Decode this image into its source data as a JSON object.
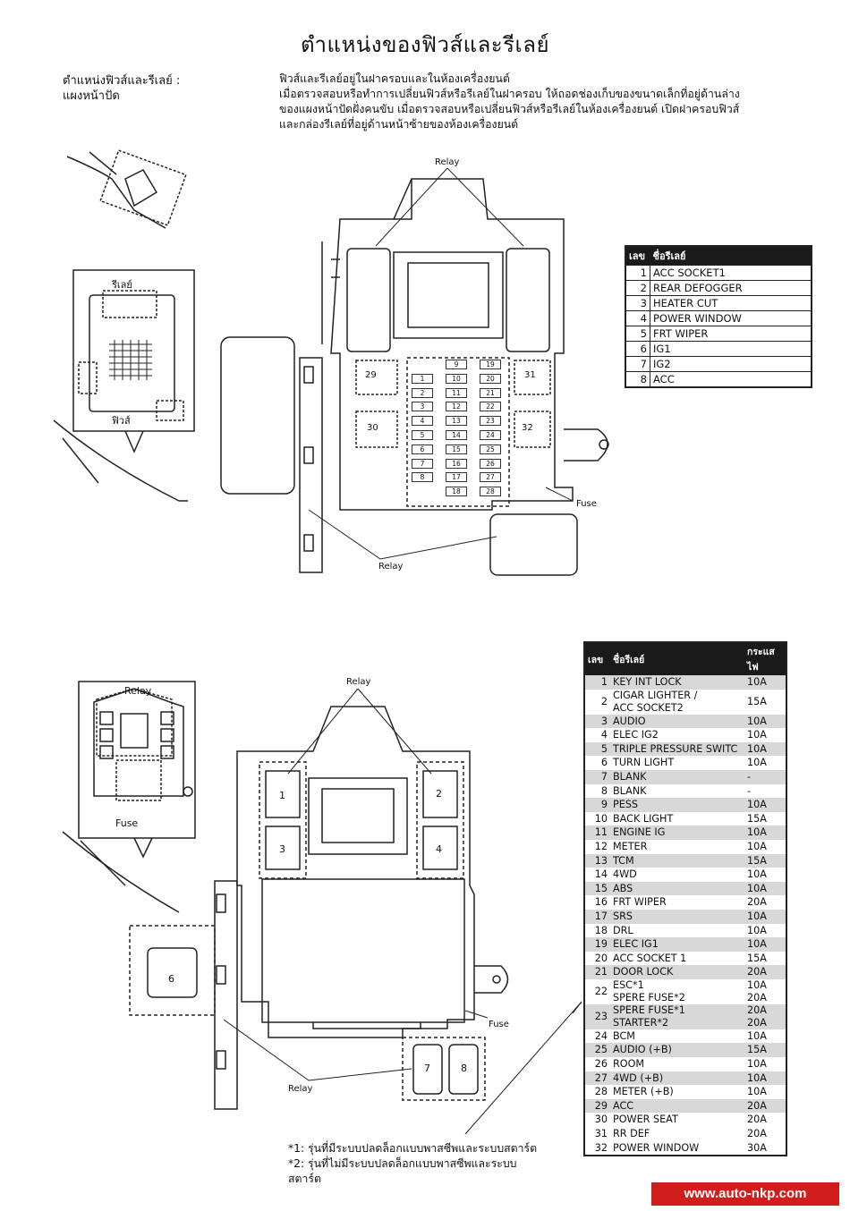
{
  "title": "ตำแหน่งของฟิวส์และรีเลย์",
  "location_label": "ตำแหน่งฟิวส์และรีเลย์ :\nแผงหน้าปัด",
  "description": [
    "ฟิวส์และรีเลย์อยู่ในฝาครอบและในห้องเครื่องยนต์",
    "เมื่อตรวจสอบหรือทำการเปลี่ยนฟิวส์หรือรีเลย์ในฝาครอบ ให้ถอดช่องเก็บของขนาดเล็กที่อยู่ด้านล่าง",
    "ของแผงหน้าปัดฝั่งคนขับ เมื่อตรวจสอบหรือเปลี่ยนฟิวส์หรือรีเลย์ในห้องเครื่องยนต์ เปิดฝาครอบฟิวส์",
    "และกล่องรีเลย์ที่อยู่ด้านหน้าซ้ายของห้องเครื่องยนต์"
  ],
  "diagram1": {
    "inset_relay": "รีเลย์",
    "inset_fuse": "ฟิวส์",
    "callout_relay_top": "Relay",
    "callout_fuse": "Fuse",
    "callout_relay_bottom": "Relay",
    "big_fuses": [
      "29",
      "31",
      "30",
      "32"
    ],
    "fuse_cols": [
      [
        "1",
        "2",
        "3",
        "4",
        "5",
        "6",
        "7",
        "8"
      ],
      [
        "9",
        "10",
        "11",
        "12",
        "13",
        "14",
        "15",
        "16",
        "17",
        "18"
      ],
      [
        "19",
        "20",
        "21",
        "22",
        "23",
        "24",
        "25",
        "26",
        "27",
        "28"
      ]
    ]
  },
  "diagram2": {
    "inset_relay": "Relay",
    "inset_fuse": "Fuse",
    "callout_relay_top": "Relay",
    "callout_fuse": "Fuse",
    "callout_relay_bottom": "Relay",
    "relays": [
      "1",
      "2",
      "3",
      "4",
      "6",
      "7",
      "8"
    ]
  },
  "table1": {
    "headers": [
      "เลข",
      "ชื่อรีเลย์"
    ],
    "rows": [
      {
        "n": "1",
        "name": "ACC SOCKET1"
      },
      {
        "n": "2",
        "name": "REAR DEFOGGER"
      },
      {
        "n": "3",
        "name": "HEATER CUT"
      },
      {
        "n": "4",
        "name": "POWER WINDOW"
      },
      {
        "n": "5",
        "name": "FRT WIPER"
      },
      {
        "n": "6",
        "name": "IG1"
      },
      {
        "n": "7",
        "name": "IG2"
      },
      {
        "n": "8",
        "name": "ACC"
      }
    ]
  },
  "table2": {
    "headers": [
      "เลข",
      "ชื่อรีเลย์",
      "กระแสไฟ"
    ],
    "rows": [
      {
        "n": "1",
        "name": "KEY INT LOCK",
        "amp": "10A",
        "shade": true
      },
      {
        "n": "2",
        "name": "CIGAR LIGHTER /\nACC SOCKET2",
        "amp": "15A",
        "tall": true
      },
      {
        "n": "3",
        "name": "AUDIO",
        "amp": "10A",
        "shade": true
      },
      {
        "n": "4",
        "name": "ELEC IG2",
        "amp": "10A"
      },
      {
        "n": "5",
        "name": "TRIPLE PRESSURE SWITC",
        "amp": "10A",
        "shade": true
      },
      {
        "n": "6",
        "name": "TURN LIGHT",
        "amp": "10A"
      },
      {
        "n": "7",
        "name": "BLANK",
        "amp": "-",
        "shade": true
      },
      {
        "n": "8",
        "name": "BLANK",
        "amp": "-"
      },
      {
        "n": "9",
        "name": "PESS",
        "amp": "10A",
        "shade": true
      },
      {
        "n": "10",
        "name": "BACK LIGHT",
        "amp": "15A"
      },
      {
        "n": "11",
        "name": "ENGINE IG",
        "amp": "10A",
        "shade": true
      },
      {
        "n": "12",
        "name": "METER",
        "amp": "10A"
      },
      {
        "n": "13",
        "name": "TCM",
        "amp": "15A",
        "shade": true
      },
      {
        "n": "14",
        "name": "4WD",
        "amp": "10A"
      },
      {
        "n": "15",
        "name": "ABS",
        "amp": "10A",
        "shade": true
      },
      {
        "n": "16",
        "name": "FRT WIPER",
        "amp": "20A"
      },
      {
        "n": "17",
        "name": "SRS",
        "amp": "10A",
        "shade": true
      },
      {
        "n": "18",
        "name": "DRL",
        "amp": "10A"
      },
      {
        "n": "19",
        "name": "ELEC IG1",
        "amp": "10A",
        "shade": true
      },
      {
        "n": "20",
        "name": "ACC SOCKET 1",
        "amp": "15A"
      },
      {
        "n": "21",
        "name": "DOOR LOCK",
        "amp": "20A",
        "shade": true
      },
      {
        "n": "22",
        "name": "ESC*1\nSPERE FUSE*2",
        "amp": "10A\n20A",
        "tall": true
      },
      {
        "n": "23",
        "name": "SPERE FUSE*1\nSTARTER*2",
        "amp": "20A\n20A",
        "tall": true,
        "shade": true
      },
      {
        "n": "24",
        "name": "BCM",
        "amp": "10A"
      },
      {
        "n": "25",
        "name": "AUDIO (+B)",
        "amp": "15A",
        "shade": true
      },
      {
        "n": "26",
        "name": "ROOM",
        "amp": "10A"
      },
      {
        "n": "27",
        "name": "4WD (+B)",
        "amp": "10A",
        "shade": true
      },
      {
        "n": "28",
        "name": "METER (+B)",
        "amp": "10A"
      },
      {
        "n": "29",
        "name": "ACC",
        "amp": "20A",
        "shade": true
      },
      {
        "n": "30",
        "name": "POWER SEAT",
        "amp": "20A"
      },
      {
        "n": "31",
        "name": "RR DEF",
        "amp": "20A"
      },
      {
        "n": "32",
        "name": "POWER WINDOW",
        "amp": "30A"
      }
    ]
  },
  "notes": [
    "*1: รุ่นที่มีระบบปลดล็อกแบบพาสซีพและระบบสตาร์ต",
    "*2: รุ่นที่ไม่มีระบบปลดล็อกแบบพาสซีพและระบบ\nสตาร์ต"
  ],
  "footer": "www.auto-nkp.com"
}
